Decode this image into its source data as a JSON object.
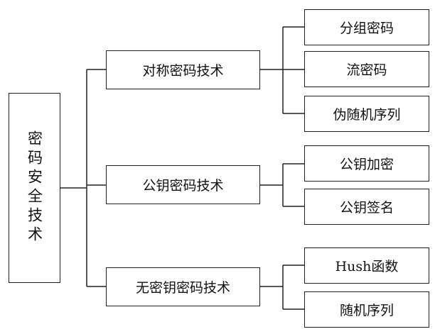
{
  "root": {
    "label": "密码安全技术"
  },
  "branches": [
    {
      "label": "对称密码技术",
      "children": [
        "分组密码",
        "流密码",
        "伪随机序列"
      ]
    },
    {
      "label": "公钥密码技术",
      "children": [
        "公钥加密",
        "公钥签名"
      ]
    },
    {
      "label": "无密钥密码技术",
      "children": [
        "Hush函数",
        "随机序列"
      ]
    }
  ]
}
